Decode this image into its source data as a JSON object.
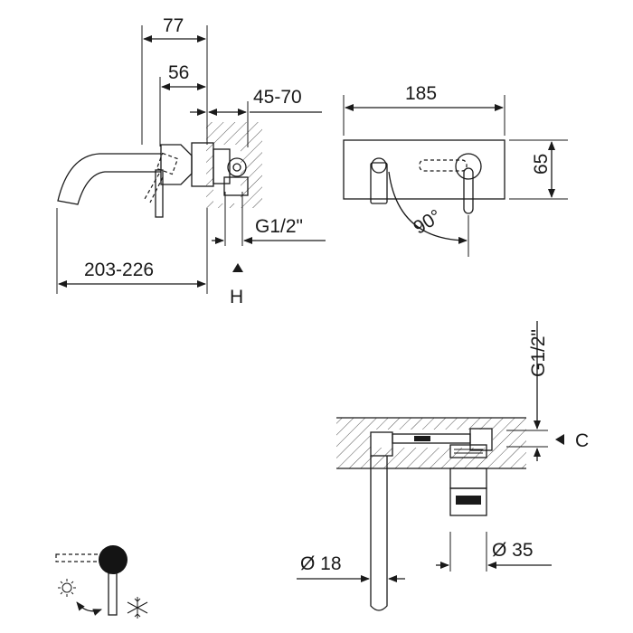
{
  "dimensions": {
    "d77": "77",
    "d56": "56",
    "d45_70": "45-70",
    "d185": "185",
    "d65": "65",
    "d90": "90°",
    "g12_side": "G1/2\"",
    "d203_226": "203-226",
    "h_label": "H",
    "g12_vert": "G1/2\"",
    "c_label": "C",
    "phi18": "Ø 18",
    "phi35": "Ø 35"
  },
  "colors": {
    "ink": "#1a1a1a",
    "handle_knob": "#141414"
  },
  "icons": [
    "sun-icon",
    "snowflake-icon",
    "double-arrow-icon",
    "handle-knob-icon"
  ]
}
